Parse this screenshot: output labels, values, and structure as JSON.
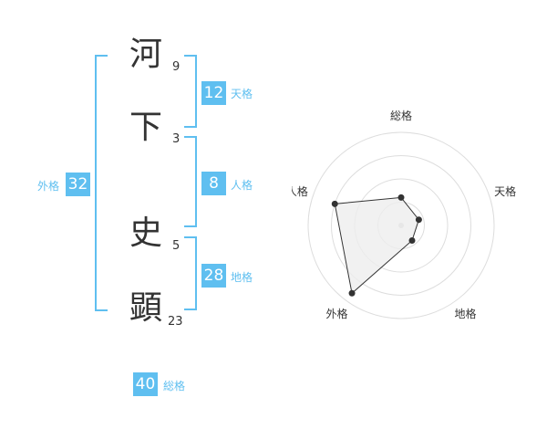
{
  "name_chars": [
    {
      "char": "河",
      "strokes": "9"
    },
    {
      "char": "下",
      "strokes": "3"
    },
    {
      "char": "史",
      "strokes": "5"
    },
    {
      "char": "顕",
      "strokes": "23"
    }
  ],
  "fortune": {
    "tenkaku": {
      "value": "12",
      "label": "天格"
    },
    "jinkaku": {
      "value": "8",
      "label": "人格"
    },
    "chikaku": {
      "value": "28",
      "label": "地格"
    },
    "gaikaku": {
      "value": "32",
      "label": "外格"
    },
    "soukaku": {
      "value": "40",
      "label": "総格"
    }
  },
  "colors": {
    "accent": "#5fbff0",
    "text": "#333333",
    "grid": "#dddddd",
    "fill": "#eeeeee"
  },
  "chart_data": {
    "type": "radar",
    "axes": [
      "総格",
      "天格",
      "地格",
      "外格",
      "人格"
    ],
    "values": [
      0.3,
      0.2,
      0.2,
      0.9,
      0.75
    ],
    "rings": 4
  }
}
